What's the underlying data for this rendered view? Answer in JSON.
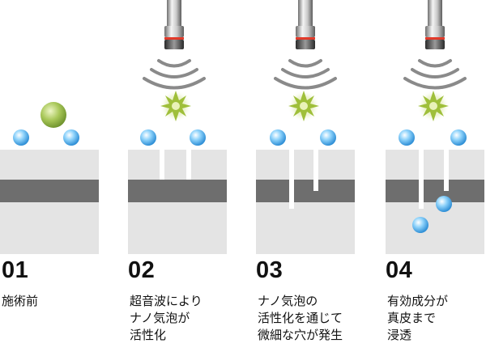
{
  "steps": [
    {
      "number": "01",
      "caption": [
        "施術前"
      ]
    },
    {
      "number": "02",
      "caption": [
        "超音波により",
        "ナノ気泡が",
        "活性化"
      ]
    },
    {
      "number": "03",
      "caption": [
        "ナノ気泡の",
        "活性化を通じて",
        "微細な穴が発生"
      ]
    },
    {
      "number": "04",
      "caption": [
        "有効成分が",
        "真皮まで",
        "浸透"
      ]
    }
  ],
  "colors": {
    "skin_light": "#e4e4e4",
    "skin_dark": "#6e6e6e",
    "bubble": "#4fb2ec",
    "active_ingredient": "#8db040",
    "burst": "#9fbf3a",
    "wave": "#8a8a8a",
    "probe_ring": "#e23a2a"
  },
  "icons": [
    "ultrasound-probe-icon",
    "sound-wave-icon",
    "burst-star-icon",
    "bubble-icon",
    "ingredient-ball-icon"
  ]
}
